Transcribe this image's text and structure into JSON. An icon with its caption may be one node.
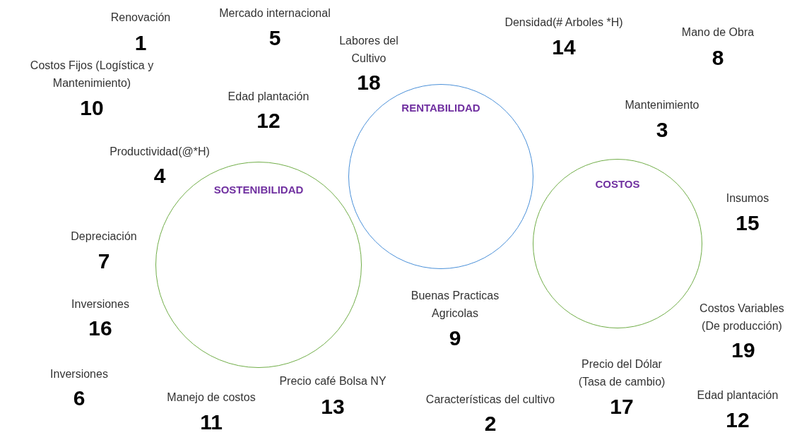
{
  "diagram": {
    "nodes": [
      {
        "text": [
          "RENTABILIDAD"
        ]
      },
      {
        "text": [
          "SOSTENIBILIDAD"
        ]
      },
      {
        "text": [
          "COSTOS"
        ]
      }
    ],
    "labels": [
      "Renovación",
      "1",
      "Mercado internacional",
      "5",
      "Labores del Cultivo",
      "18",
      "Densidad(# Arboles *H)",
      "14",
      "Mano de Obra",
      "8",
      "Costos Fijos (Logística y Mantenimiento)",
      "10",
      "Edad plantación",
      "12",
      "Mantenimiento",
      "3",
      "Productividad(@*H)",
      "4",
      "Insumos",
      "15",
      "Depreciación",
      "7",
      "Inversiones",
      "16",
      "Buenas Practicas Agricolas",
      "9",
      "Costos Variables (De producción)",
      "19",
      "Inversiones",
      "6",
      "Precio del Dólar (Tasa de cambio)",
      "17",
      "Precio café Bolsa NY",
      "13",
      "Manejo de costos",
      "11",
      "Características del cultivo",
      "2",
      "Edad plantación",
      "12"
    ]
  }
}
